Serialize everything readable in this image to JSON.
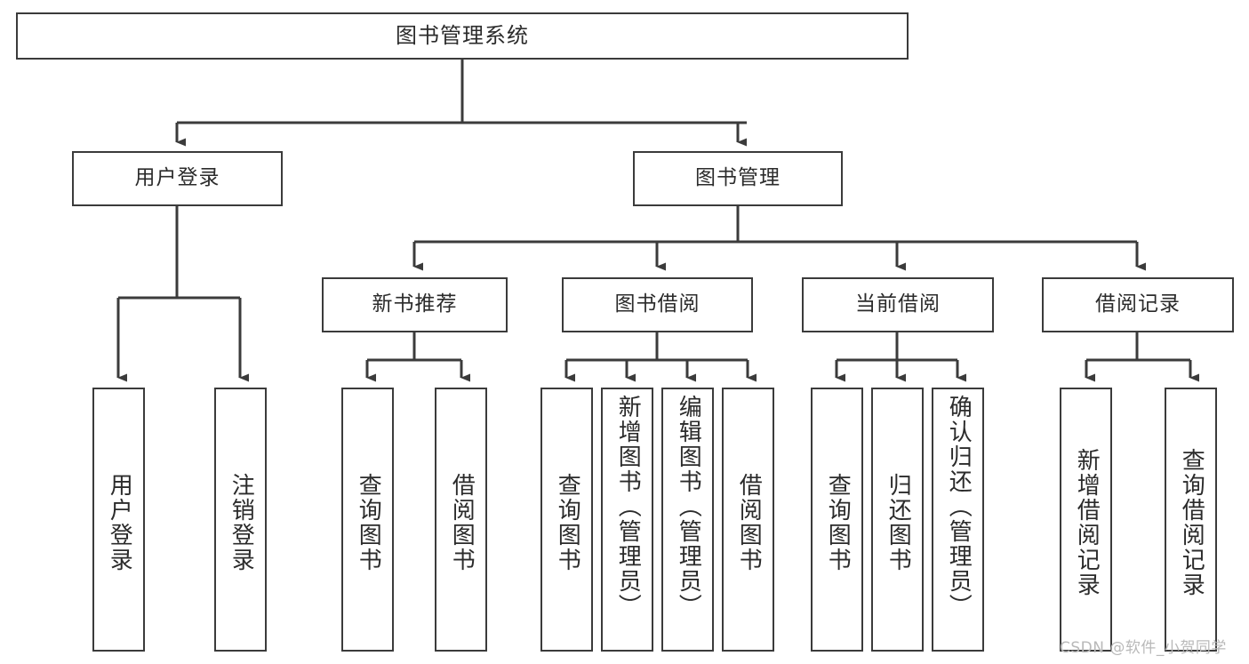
{
  "diagram": {
    "title_node": {
      "label": "图书管理系统"
    },
    "level2": [
      {
        "id": "user-login",
        "label": "用户登录"
      },
      {
        "id": "book-management",
        "label": "图书管理"
      }
    ],
    "level3": [
      {
        "id": "new-book-recommend",
        "label": "新书推荐"
      },
      {
        "id": "book-borrow",
        "label": "图书借阅"
      },
      {
        "id": "current-borrow",
        "label": "当前借阅"
      },
      {
        "id": "borrow-record",
        "label": "借阅记录"
      }
    ],
    "leaves": {
      "user_login": [
        {
          "id": "leaf-user-login",
          "label": "用户登录"
        },
        {
          "id": "leaf-logout-login",
          "label": "注销登录"
        }
      ],
      "new_book_recommend": [
        {
          "id": "leaf-query-book-1",
          "label": "查询图书"
        },
        {
          "id": "leaf-borrow-book-1",
          "label": "借阅图书"
        }
      ],
      "book_borrow": [
        {
          "id": "leaf-query-book-2",
          "label": "查询图书"
        },
        {
          "id": "leaf-add-book",
          "label": "新增图书（管理员）"
        },
        {
          "id": "leaf-edit-book",
          "label": "编辑图书（管理员）"
        },
        {
          "id": "leaf-borrow-book-2",
          "label": "借阅图书"
        }
      ],
      "current_borrow": [
        {
          "id": "leaf-query-book-3",
          "label": "查询图书"
        },
        {
          "id": "leaf-return-book",
          "label": "归还图书"
        },
        {
          "id": "leaf-confirm-return",
          "label": "确认归还（管理员）"
        }
      ],
      "borrow_record": [
        {
          "id": "leaf-add-record",
          "label": "新增借阅记录"
        },
        {
          "id": "leaf-query-record",
          "label": "查询借阅记录"
        }
      ]
    },
    "watermark": "CSDN @软件_小贺同学",
    "colors": {
      "stroke": "#3b3b3b",
      "text": "#2b2b2b",
      "background": "#ffffff",
      "watermark": "#b9b9b9"
    }
  }
}
